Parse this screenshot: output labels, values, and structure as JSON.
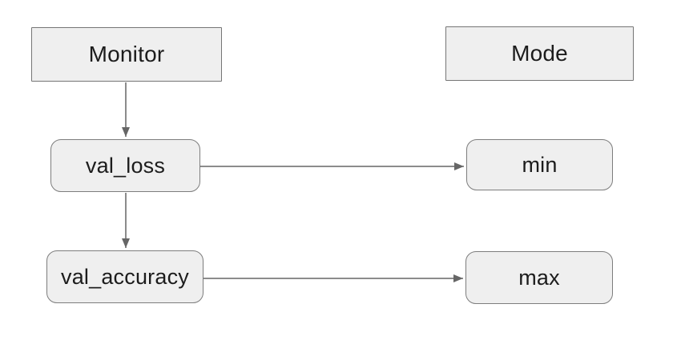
{
  "diagram": {
    "headers": {
      "monitor": "Monitor",
      "mode": "Mode"
    },
    "nodes": {
      "val_loss": "val_loss",
      "min": "min",
      "val_accuracy": "val_accuracy",
      "max": "max"
    },
    "edges": [
      {
        "from": "Monitor",
        "to": "val_loss"
      },
      {
        "from": "val_loss",
        "to": "val_accuracy"
      },
      {
        "from": "val_loss",
        "to": "min"
      },
      {
        "from": "val_accuracy",
        "to": "max"
      }
    ]
  },
  "colors": {
    "background": "#ffffff",
    "node_fill": "#efefef",
    "node_border": "#7d7d7d",
    "arrow": "#666666",
    "text": "#1c1c1c"
  }
}
